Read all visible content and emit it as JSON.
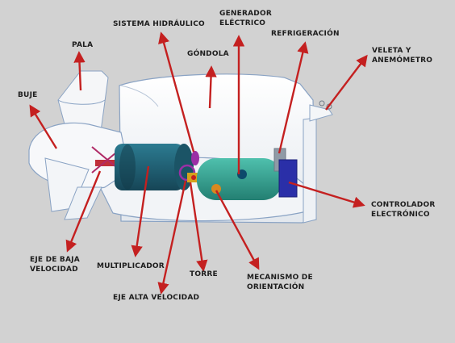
{
  "labels": {
    "sistema_hidraulico": "SISTEMA HIDRÁULICO",
    "generador_line1": "GENERADOR",
    "generador_line2": "ELÉCTRICO",
    "refrigeracion": "REFRIGERACIÓN",
    "pala": "PALA",
    "gondola": "GÓNDOLA",
    "veleta_line1": "VELETA Y",
    "veleta_line2": "ANEMÓMETRO",
    "buje": "BUJE",
    "controlador_line1": "CONTROLADOR",
    "controlador_line2": "ELECTRÓNICO",
    "eje_baja_line1": "EJE DE BAJA",
    "eje_baja_line2": "VELOCIDAD",
    "multiplicador": "MULTIPLICADOR",
    "torre": "TORRE",
    "mecanismo_line1": "MECANISMO DE",
    "mecanismo_line2": "ORIENTACIÓN",
    "eje_alta": "EJE ALTA VELOCIDAD"
  },
  "colors": {
    "background": "#d2d2d2",
    "arrow": "#c42020",
    "label": "#1d1d1d",
    "housing": "#f4f6f8",
    "outline": "#8aa3c4",
    "multiplicador": "#1f5f73",
    "generador": "#2f9e8e",
    "controlador": "#2a2fa8",
    "hydraulic": "#9b2fa6"
  }
}
